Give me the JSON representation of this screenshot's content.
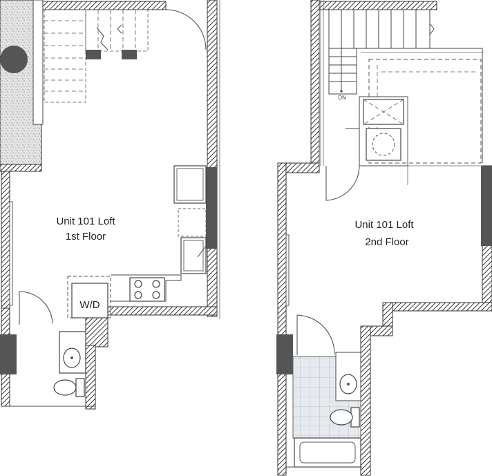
{
  "floor1": {
    "unit": "Unit 101 Loft",
    "floor": "1st Floor",
    "laundry": "W/D"
  },
  "floor2": {
    "unit": "Unit 101 Loft",
    "floor": "2nd Floor",
    "stair_label": "DN"
  },
  "colors": {
    "wall_stroke": "#333333",
    "window_dark": "#555555",
    "tile_fill": "#e6eaee",
    "stone_fill": "#e4e4e4"
  }
}
